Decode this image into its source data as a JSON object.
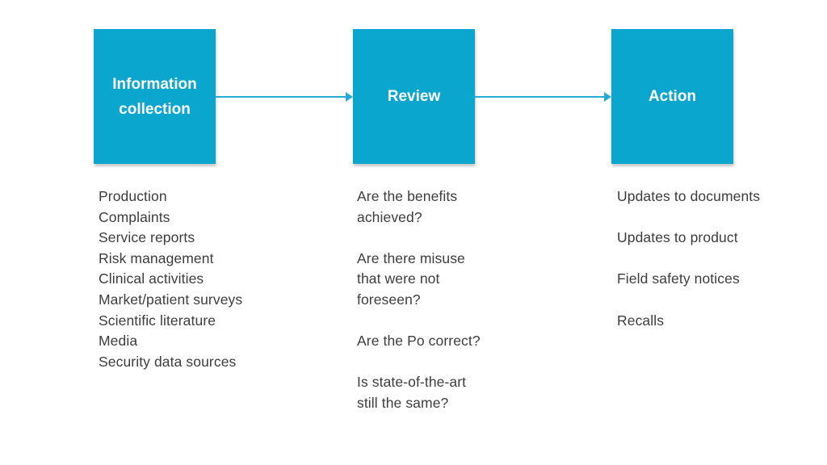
{
  "diagram": {
    "accent_color": "#0ba6ce",
    "arrow_color": "#2aa9d2",
    "text_color": "#3d3d3d",
    "boxes": {
      "information": {
        "label": "Information collection"
      },
      "review": {
        "label": "Review"
      },
      "action": {
        "label": "Action"
      }
    },
    "information_items": [
      "Production",
      "Complaints",
      "Service reports",
      "Risk management",
      "Clinical activities",
      "Market/patient surveys",
      "Scientific literature",
      "Media",
      "Security data sources"
    ],
    "review_paragraphs": [
      "Are the benefits\nachieved?",
      "Are there misuse\nthat were not\nforeseen?",
      "Are the Po correct?",
      "Is state-of-the-art\nstill the same?"
    ],
    "action_paragraphs": [
      "Updates to documents",
      "Updates to product",
      "Field safety notices",
      "Recalls"
    ]
  }
}
